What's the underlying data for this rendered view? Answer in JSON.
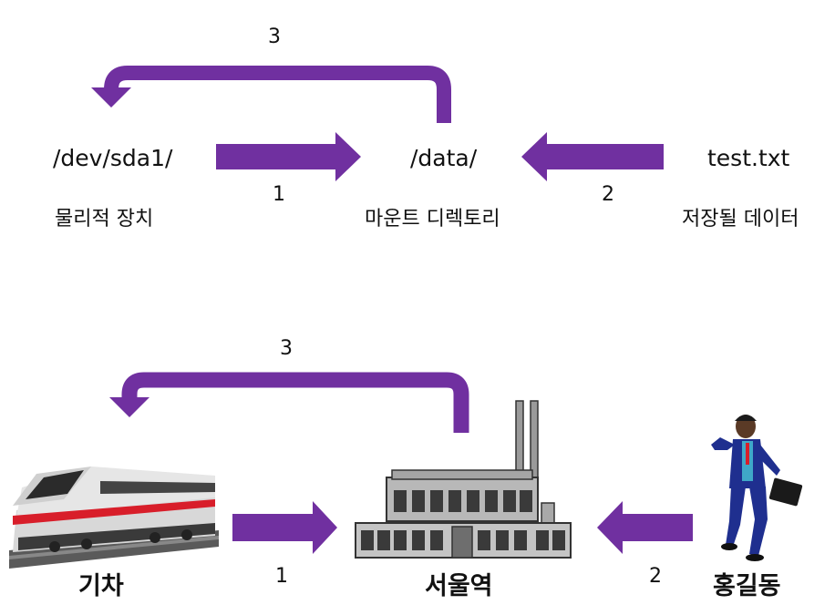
{
  "top": {
    "device": {
      "path": "/dev/sda1/",
      "caption": "물리적 장치"
    },
    "mount": {
      "path": "/data/",
      "caption": "마운트 디렉토리"
    },
    "file": {
      "path": "test.txt",
      "caption": "저장될 데이터"
    },
    "steps": {
      "one": "1",
      "two": "2",
      "three": "3"
    }
  },
  "bottom": {
    "train": {
      "label": "기차"
    },
    "station": {
      "label": "서울역"
    },
    "person": {
      "label": "홍길동"
    },
    "steps": {
      "one": "1",
      "two": "2",
      "three": "3"
    }
  },
  "colors": {
    "arrow": "#7030a0",
    "train_stripe": "#d81e2a",
    "suit": "#1f2f8f",
    "building": "#b8b8b8"
  }
}
